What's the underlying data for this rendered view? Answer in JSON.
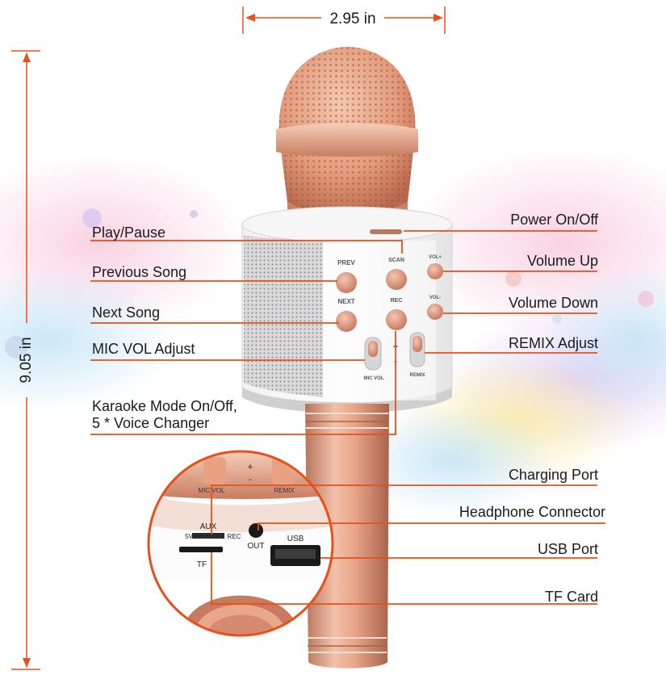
{
  "dimensions": {
    "width_label": "2.95 in",
    "height_label": "9.05 in"
  },
  "callouts_left": [
    "Play/Pause",
    "Previous Song",
    "Next Song",
    "MIC VOL Adjust",
    "Karaoke Mode On/Off,",
    "5 * Voice Changer"
  ],
  "callouts_right": [
    "Power On/Off",
    "Volume Up",
    "Volume Down",
    "REMIX Adjust",
    "Charging Port",
    "Headphone Connector",
    "USB Port",
    "TF Card"
  ],
  "panel_labels": {
    "prev": "PREV",
    "next": "NEXT",
    "scan": "SCAN",
    "rec": "REC",
    "vol_up": "VOL+",
    "vol_down": "VOL-",
    "mic_vol": "MIC VOL",
    "remix": "REMIX",
    "plus": "+",
    "minus": "-"
  },
  "port_labels": {
    "aux": "AUX",
    "five_v": "5V",
    "rec": "REC",
    "out": "OUT",
    "usb": "USB",
    "tf": "TF",
    "mic_vol": "MIC VOL",
    "remix": "REMIX",
    "plus": "+",
    "minus": "-"
  },
  "colors": {
    "accent": "#e8501a",
    "rose_gold": "#e6a283",
    "rose_gold_dark": "#c0735a",
    "text": "#1a1a1a"
  }
}
